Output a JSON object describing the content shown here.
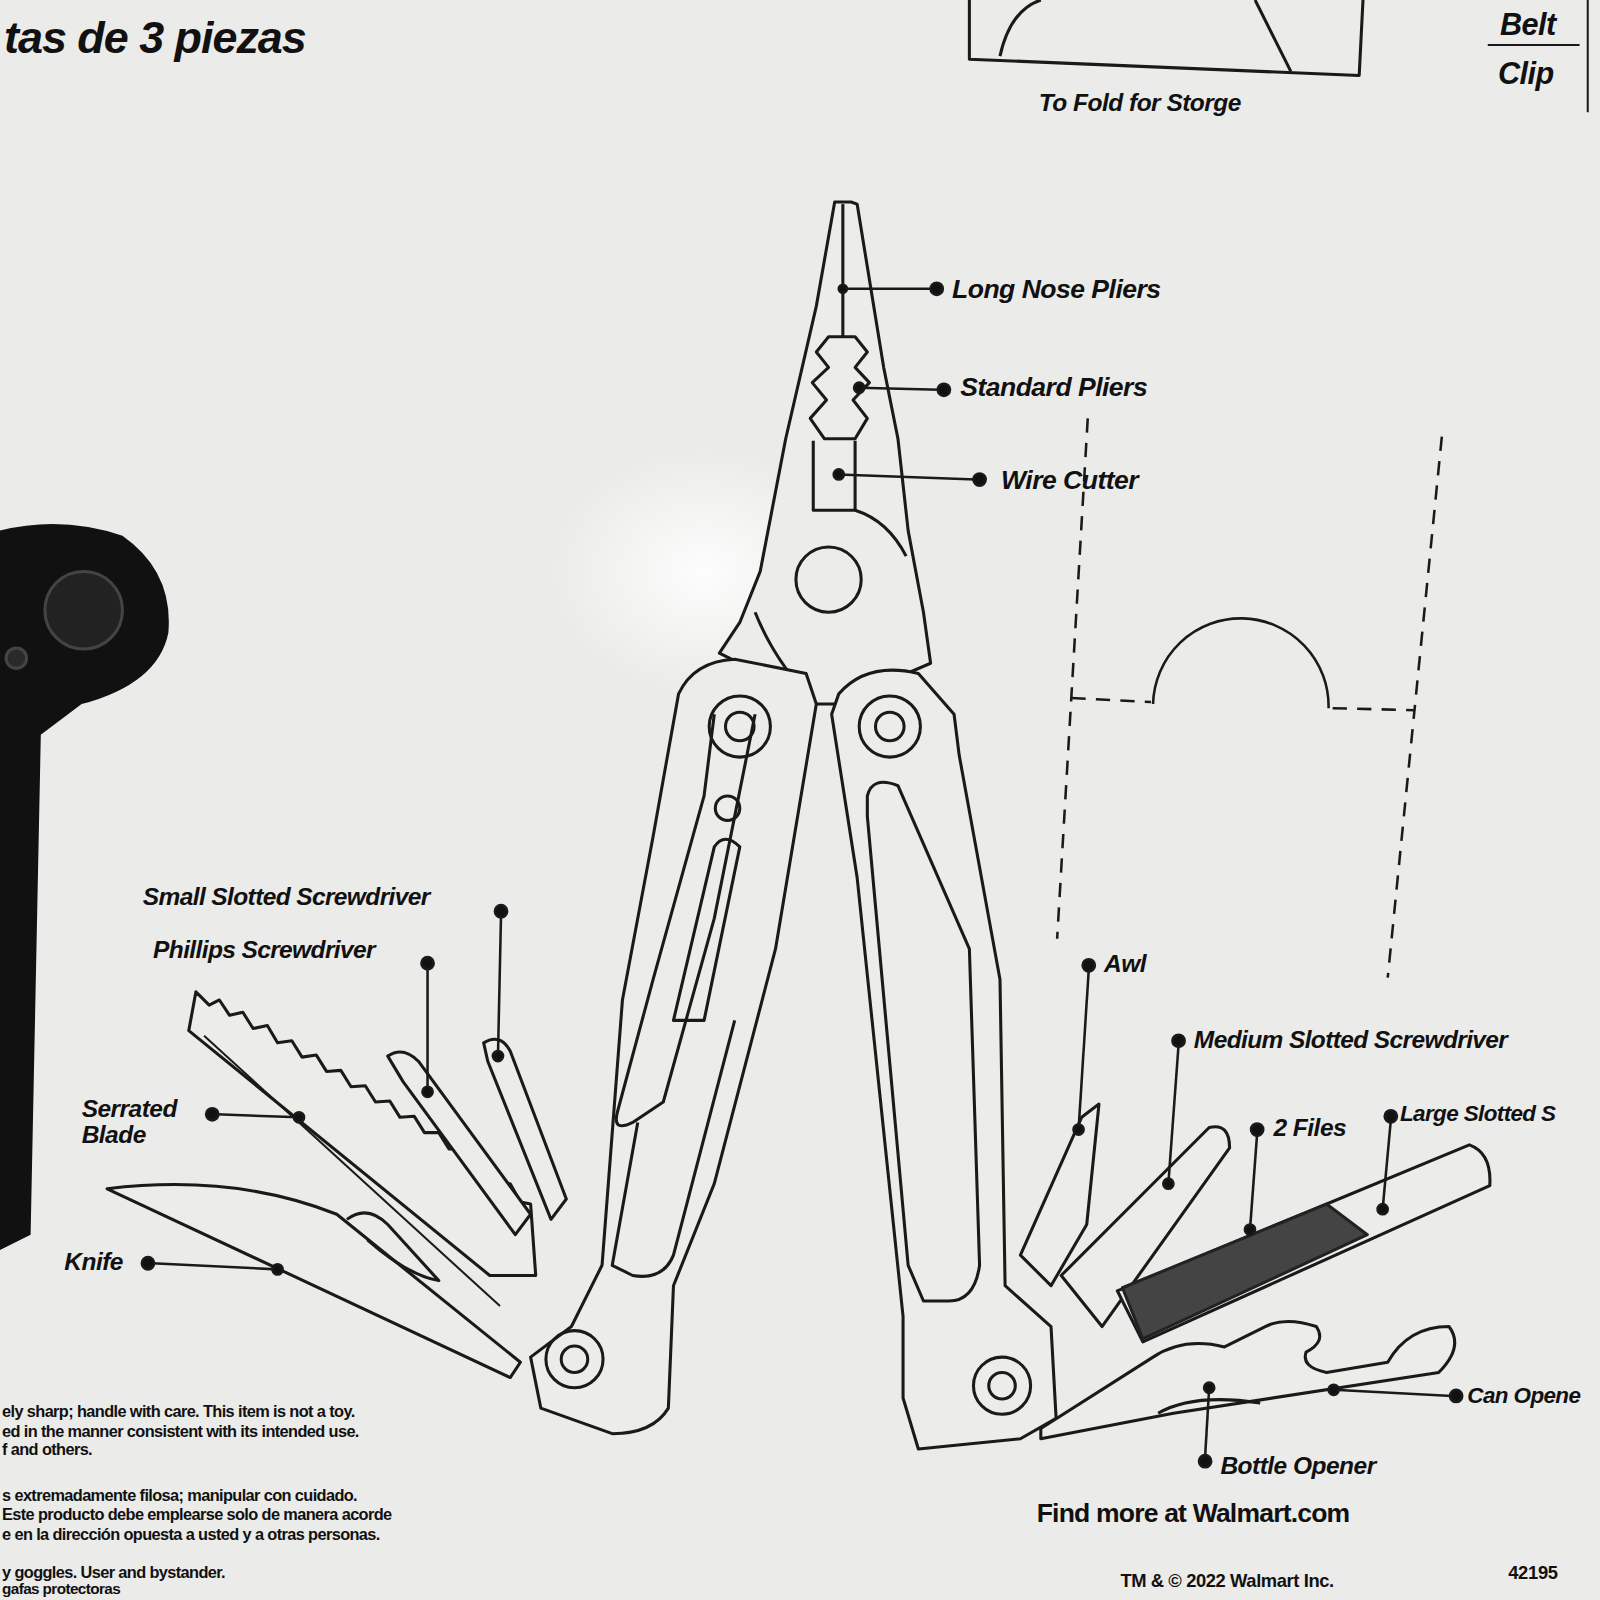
{
  "diagram": {
    "title": "tas de 3 piezas",
    "labels": [
      "To Fold for Storge",
      "Belt",
      "Clip",
      "Long Nose Pliers",
      "Standard Pliers",
      "Wire Cutter",
      "Small Slotted Screwdriver",
      "Phillips Screwdriver",
      "Serrated Blade",
      "Knife",
      "Awl",
      "Medium Slotted Screwdriver",
      "2 Files",
      "Large Slotted S",
      "Can Opene",
      "Bottle Opener",
      "Find more at Walmart.com",
      "TM & © 2022 Walmart Inc.",
      "42195",
      "ely sharp; handle with care. This item is not a toy.",
      "ed in the manner consistent with its intended use.",
      "f and others.",
      "s extremadamente filosa; manipular con cuidado.",
      "Este producto debe emplearse solo de manera acorde",
      "e en la dirección opuesta a usted y a otras personas.",
      "y goggles. User and bystander.",
      "gafas protectoras"
    ]
  }
}
